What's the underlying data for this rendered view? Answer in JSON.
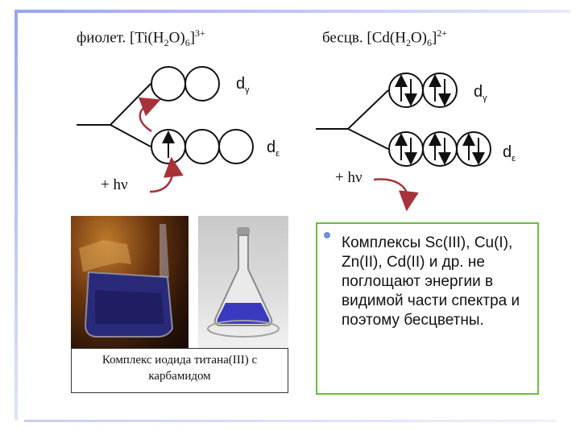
{
  "left": {
    "title_prefix": "фиолет. [Ti(H",
    "title_sub1": "2",
    "title_mid": "O)",
    "title_sub2": "6",
    "title_close": "]",
    "title_sup": "3+",
    "d_gamma": "d",
    "d_gamma_sub": "γ",
    "d_eps": "d",
    "d_eps_sub": "ε",
    "photon": "+ hν"
  },
  "right": {
    "title_prefix": "бесцв. [Cd(H",
    "title_sub1": "2",
    "title_mid": "O)",
    "title_sub2": "6",
    "title_close": "]",
    "title_sup": "2+",
    "d_gamma": "d",
    "d_gamma_sub": "γ",
    "d_eps": "d",
    "d_eps_sub": "ε",
    "photon": "+ hν"
  },
  "caption": "Комплекс иодида титана(III) с карбамидом",
  "note": "Комплексы Sc(III), Cu(I), Zn(II), Cd(II) и др. не поглощают энергии в видимой части спектра и поэтому бесцветны.",
  "colors": {
    "arrow": "#a8323a",
    "note_border": "#6bbf3a",
    "bullet": "#6b8fd6",
    "solution": "#2a2a9a"
  }
}
